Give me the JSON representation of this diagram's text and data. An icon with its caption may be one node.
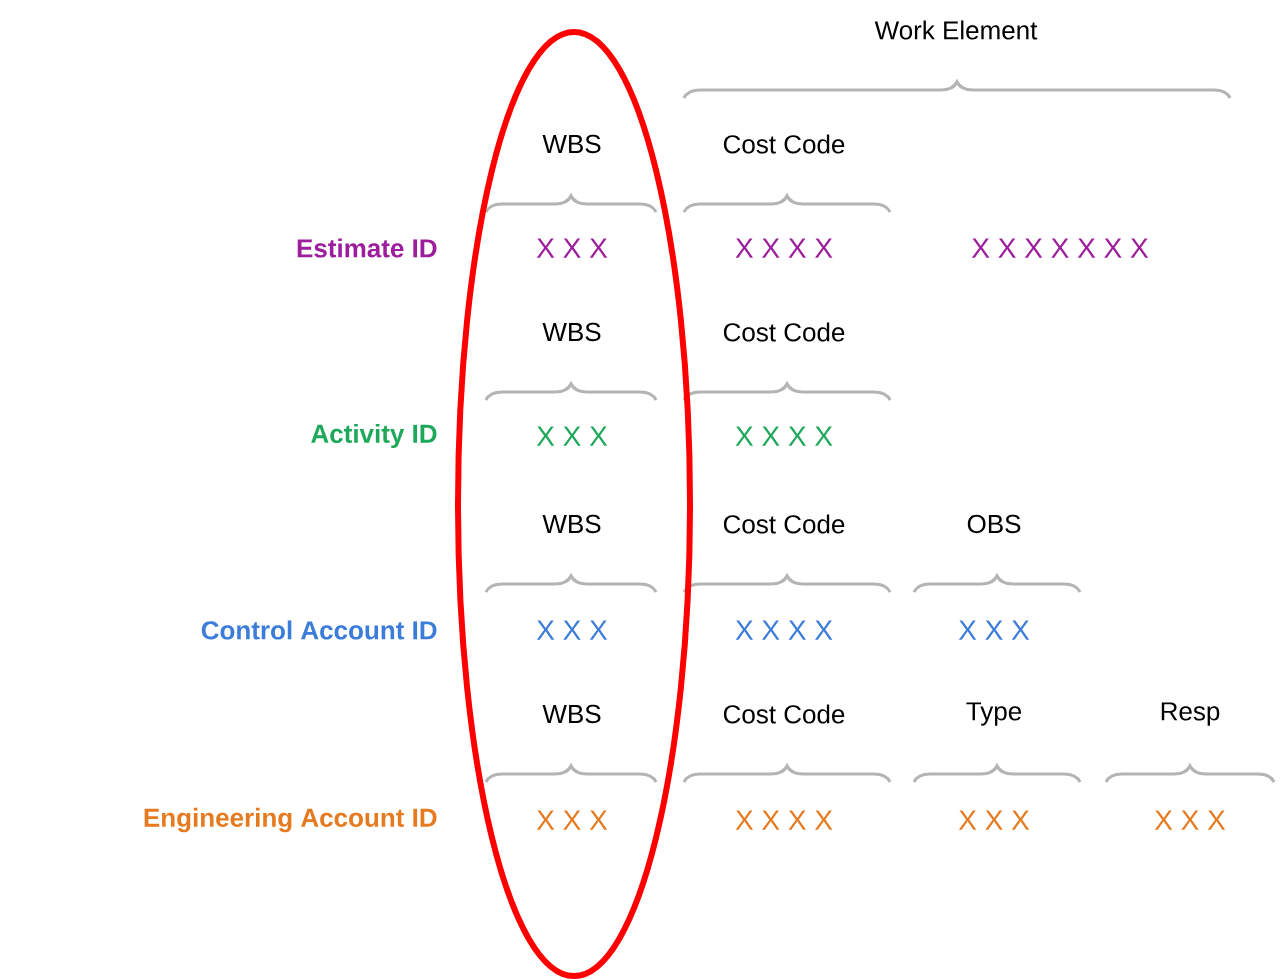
{
  "diagram": {
    "labels": [
      "Work Element",
      "WBS",
      "Cost Code",
      "Estimate ID",
      "X X X",
      "X X X X",
      "X X X X X X X",
      "WBS",
      "Cost Code",
      "Activity ID",
      "X X X",
      "X X X X",
      "WBS",
      "Cost Code",
      "OBS",
      "Control Account ID",
      "X X X",
      "X X X X",
      "X X X",
      "WBS",
      "Cost Code",
      "Type",
      "Resp",
      "Engineering Account ID",
      "X X X",
      "X X X X",
      "X X X",
      "X X X"
    ]
  }
}
